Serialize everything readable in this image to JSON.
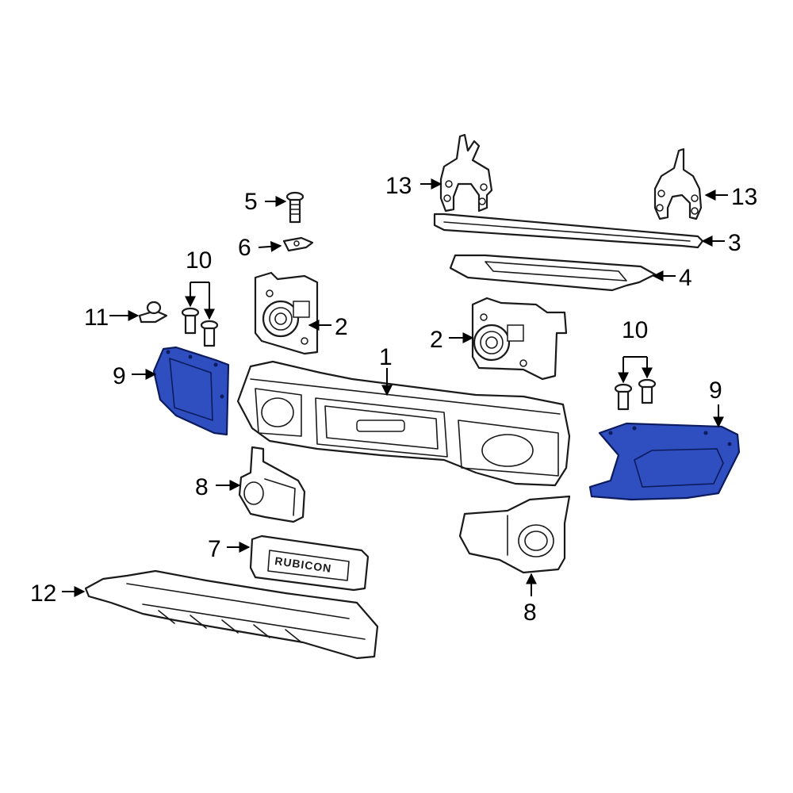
{
  "callouts": {
    "c1": "1",
    "c2_left": "2",
    "c2_right": "2",
    "c3": "3",
    "c4": "4",
    "c5": "5",
    "c6": "6",
    "c7": "7",
    "c8_left": "8",
    "c8_right": "8",
    "c9_left": "9",
    "c9_right": "9",
    "c10_left": "10",
    "c10_right": "10",
    "c11": "11",
    "c12": "12",
    "c13_left": "13",
    "c13_right": "13"
  },
  "emblem_text": "RUBICON",
  "colors": {
    "highlight": "#2f4fc0",
    "line": "#1a1a1a"
  }
}
